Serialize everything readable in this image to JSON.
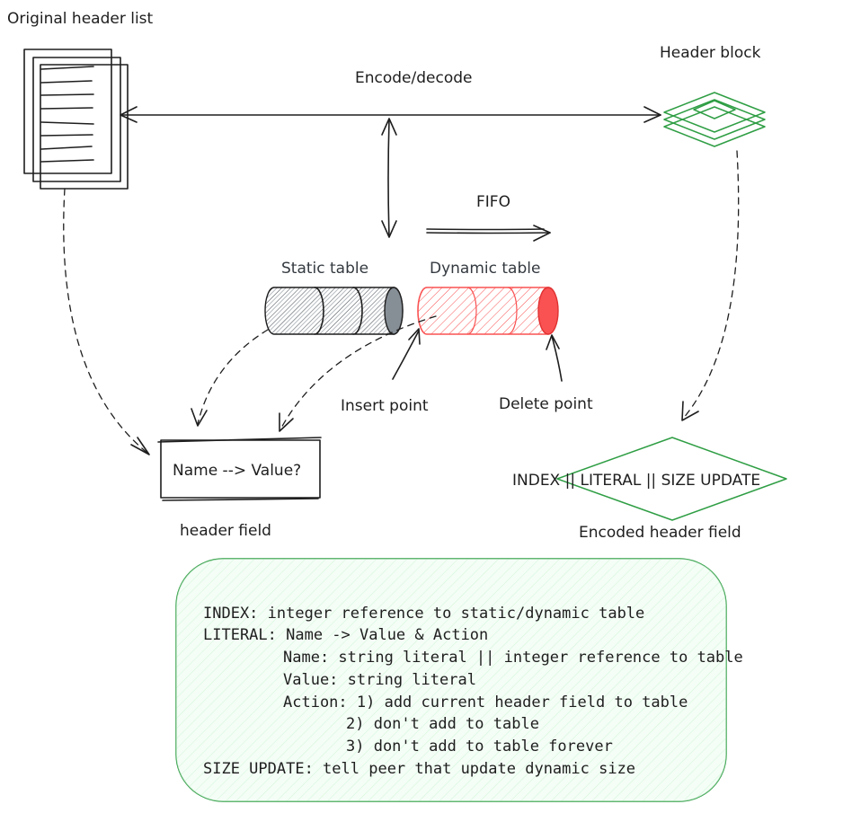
{
  "labels": {
    "original_header_list": "Original header list",
    "header_block": "Header block",
    "encode_decode": "Encode/decode",
    "fifo": "FIFO",
    "static_table": "Static table",
    "dynamic_table": "Dynamic table",
    "insert_point": "Insert point",
    "delete_point": "Delete point",
    "header_field": "header field",
    "header_field_content": "Name --> Value?",
    "encoded_field_content": "INDEX || LITERAL || SIZE UPDATE",
    "encoded_header_field": "Encoded header field"
  },
  "notes": [
    "INDEX: integer reference to static/dynamic table",
    "LITERAL:  Name -> Value & Action",
    "Name: string literal || integer reference to table",
    "Value: string literal",
    "Action: 1) add current header field to table",
    "2) don't add to table",
    "3) don't add to table forever",
    "SIZE UPDATE: tell peer that update dynamic size"
  ],
  "colors": {
    "ink": "#1e1e1e",
    "green": "#2f9e44",
    "dynamic_red": "#fa5252",
    "dynamic_fill": "#ffc9c9",
    "static_gray": "#868e96",
    "note_fill": "#ebfbee"
  }
}
